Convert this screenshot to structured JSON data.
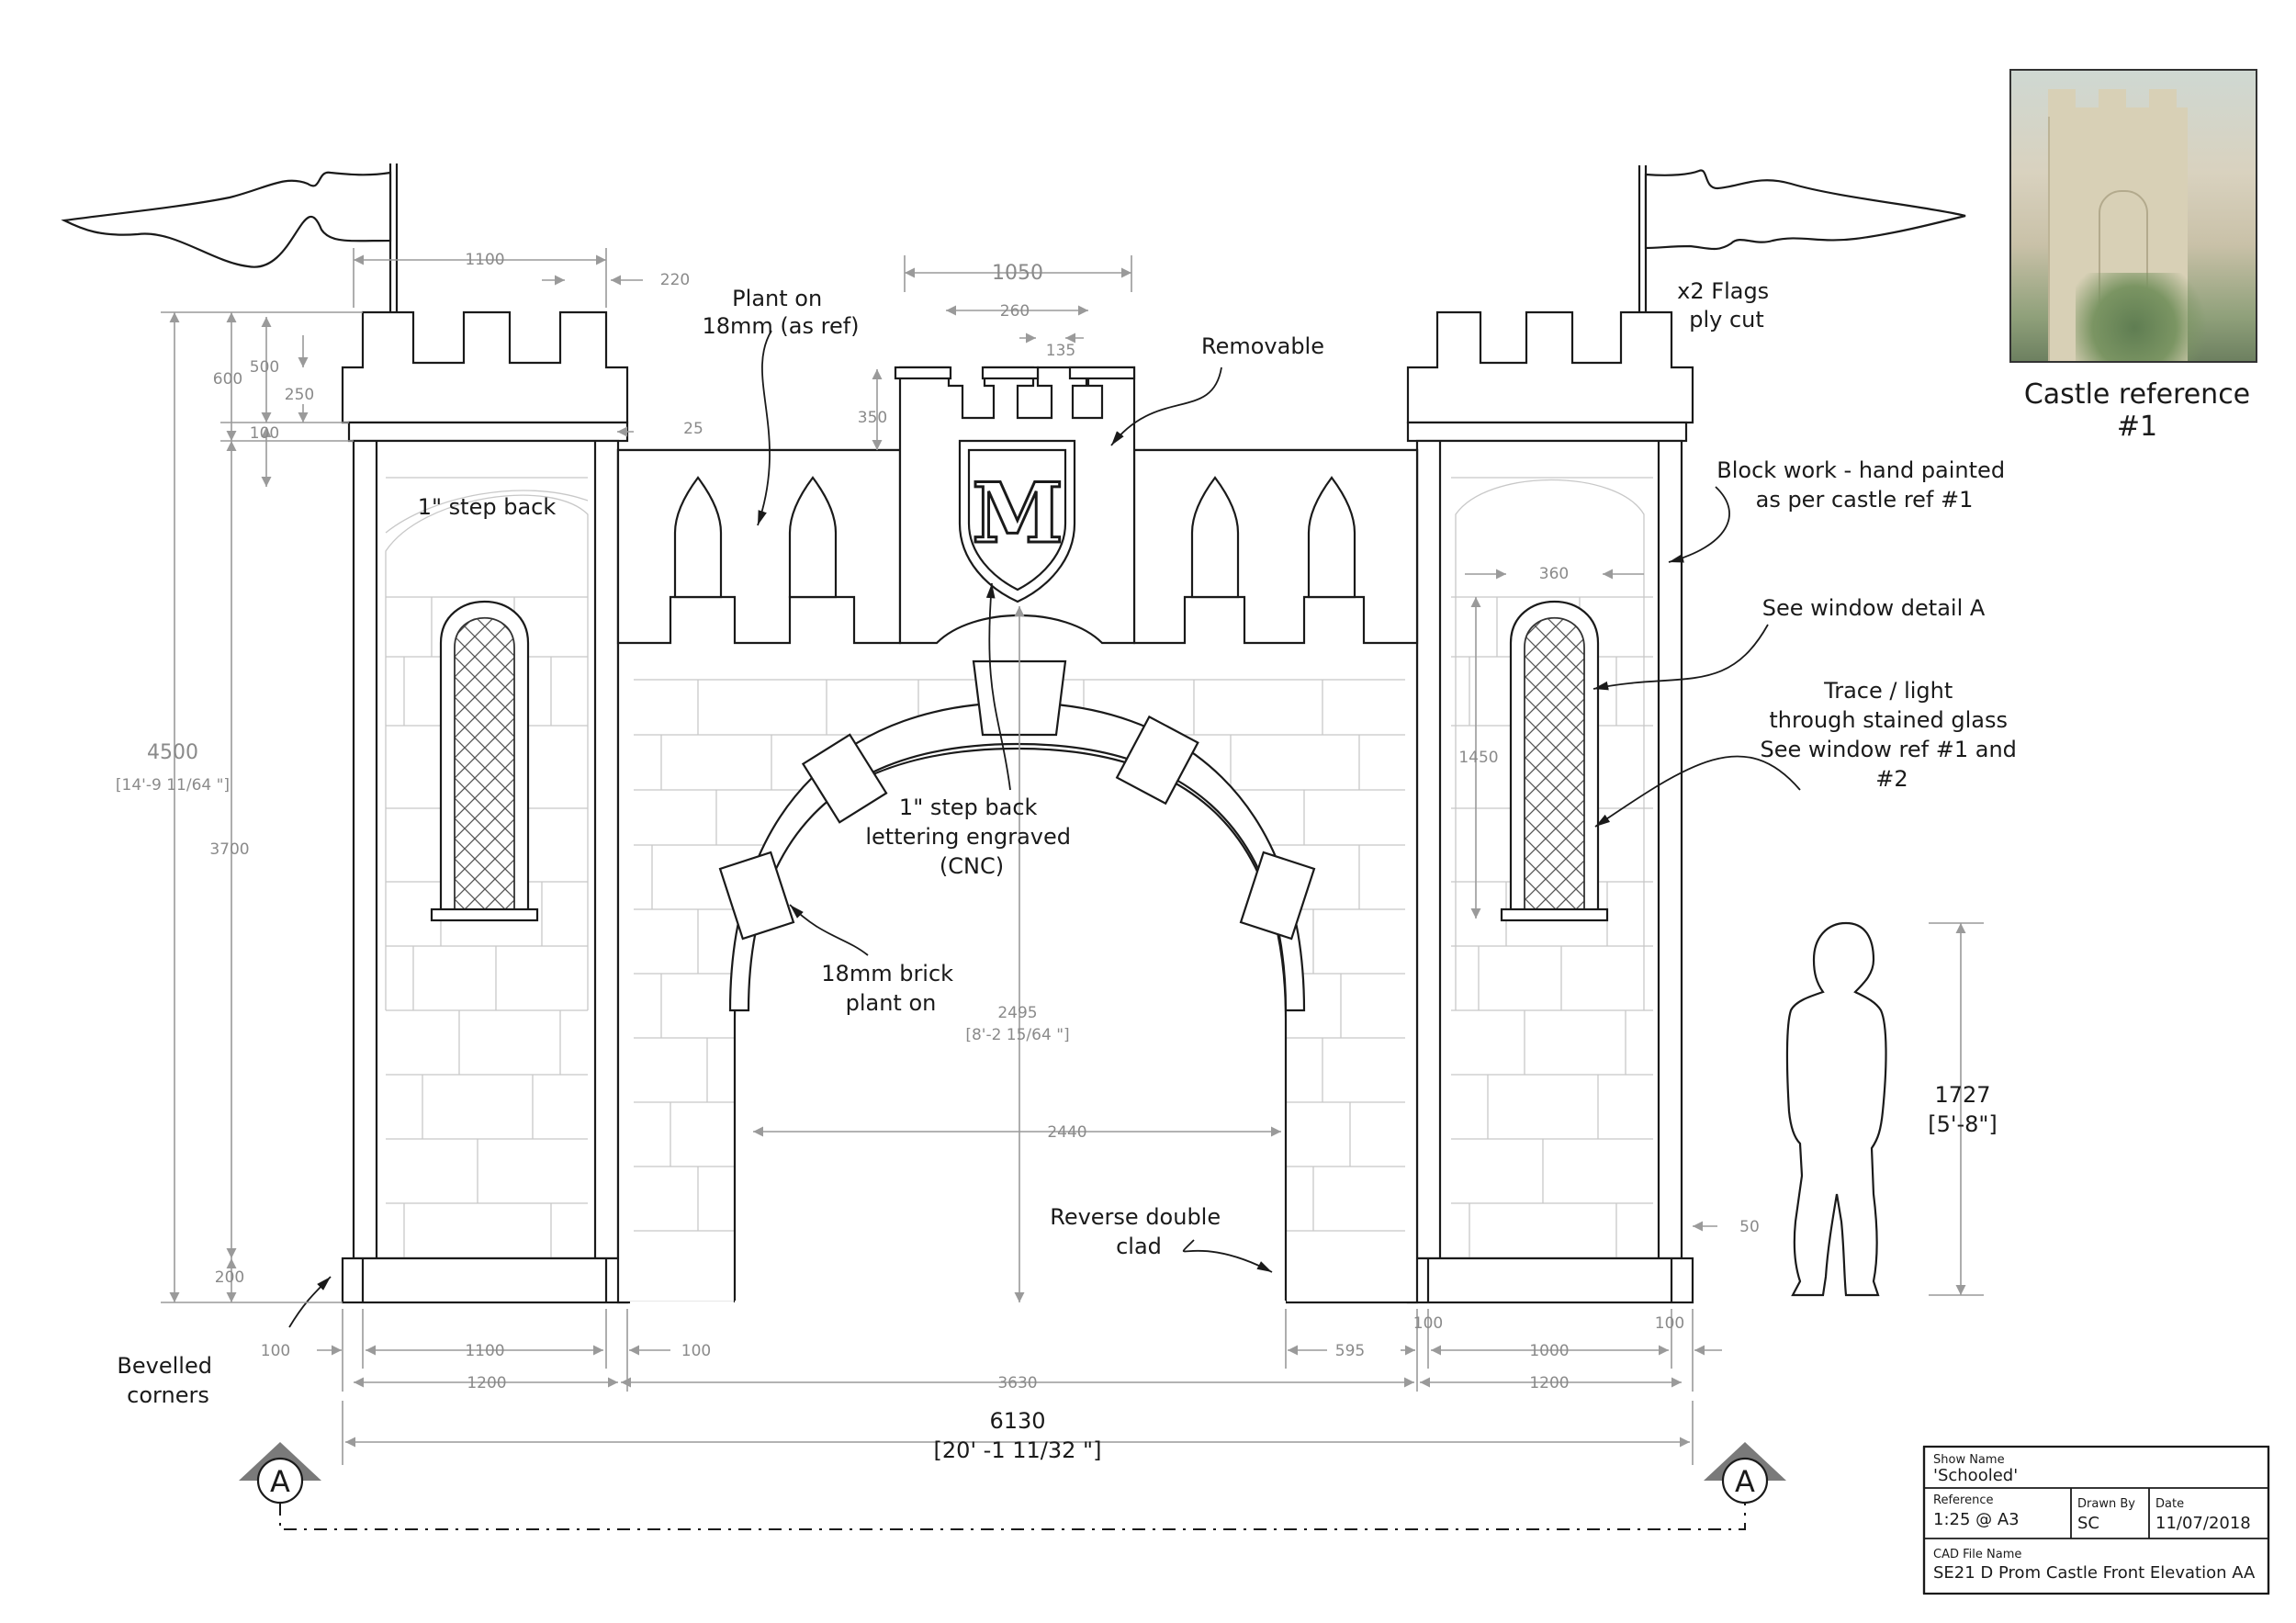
{
  "notes": {
    "plant_on": [
      "Plant on",
      "18mm (as ref)"
    ],
    "step_back_left": "1\" step back",
    "removable": "Removable",
    "flags": [
      "x2 Flags",
      "ply cut"
    ],
    "block_work": [
      "Block work - hand painted",
      "as per castle ref #1"
    ],
    "window_detail": "See window detail A",
    "trace_light": [
      "Trace / light",
      "through stained glass",
      "See window ref #1 and",
      "#2"
    ],
    "lettering": [
      "1\" step back",
      "lettering engraved",
      "(CNC)"
    ],
    "brick_plant": [
      "18mm brick",
      "plant on"
    ],
    "reverse_clad": [
      "Reverse double",
      "clad"
    ],
    "bevelled": [
      "Bevelled",
      "corners"
    ]
  },
  "crest_letter": "M",
  "reference": {
    "caption": "Castle reference #1"
  },
  "dimensions": {
    "d1100_top": "1100",
    "d220": "220",
    "d1050": "1050",
    "d260": "260",
    "d135": "135",
    "d350": "350",
    "d600": "600",
    "d500": "500",
    "d250": "250",
    "d100_top": "100",
    "d25": "25",
    "d4500": "4500",
    "d4500_imp": "[14'-9 11/64 \"]",
    "d3700": "3700",
    "d200": "200",
    "d360": "360",
    "d1450": "1450",
    "d2495": "2495",
    "d2495_imp": "[8'-2 15/64 \"]",
    "d2440": "2440",
    "d1727": "1727",
    "d1727_imp": "[5'-8\"]",
    "d50": "50",
    "d100_bl": "100",
    "d1100_bot": "1100",
    "d100_bm": "100",
    "d595": "595",
    "d100_br1": "100",
    "d1000": "1000",
    "d100_br2": "100",
    "d1200_l": "1200",
    "d3630": "3630",
    "d1200_r": "1200",
    "d6130": "6130",
    "d6130_imp": "[20' -1 11/32 \"]"
  },
  "section_marker": "A",
  "title_block": {
    "show_name_label": "Show Name",
    "show_name": "'Schooled'",
    "reference_label": "Reference",
    "reference": "1:25 @ A3",
    "drawn_by_label": "Drawn By",
    "drawn_by": "SC",
    "date_label": "Date",
    "date": "11/07/2018",
    "cad_label": "CAD File Name",
    "cad_file": "SE21 D Prom Castle Front Elevation AA"
  }
}
